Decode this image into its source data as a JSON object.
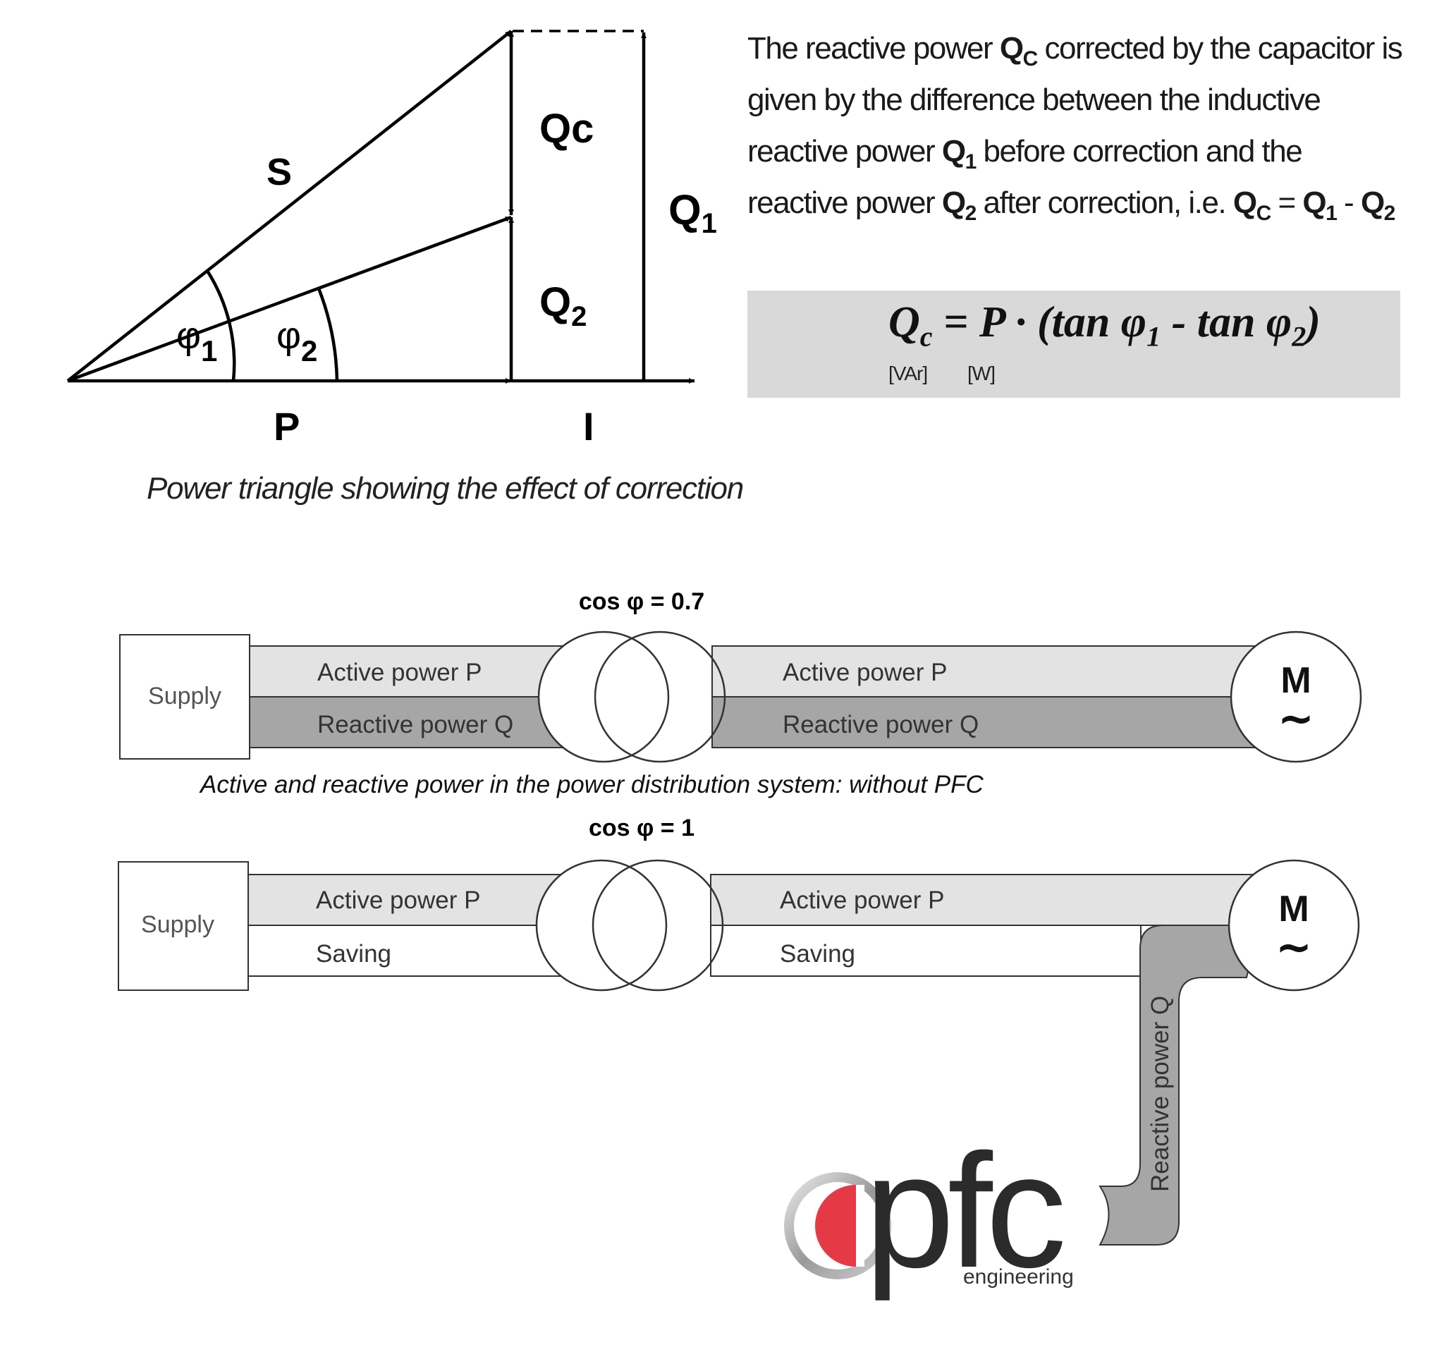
{
  "triangle": {
    "labels": {
      "S": "S",
      "Qc": "Qc",
      "Q1": "Q",
      "Q1_sub": "1",
      "Q2": "Q",
      "Q2_sub": "2",
      "phi1": "φ",
      "phi1_sub": "1",
      "phi2": "φ",
      "phi2_sub": "2",
      "P": "P",
      "I": "I"
    },
    "caption": "Power triangle showing the effect of correction"
  },
  "explanation": {
    "t1": "The reactive power ",
    "qc": "Q",
    "qc_sub": "C",
    "t2": " corrected by the capacitor is given by the difference between the inductive reactive power ",
    "q1": "Q",
    "q1_sub": "1",
    "t3": " before correction and the reactive power ",
    "q2": "Q",
    "q2_sub": "2",
    "t4": " after correction, i.e. ",
    "eq_qc": "Q",
    "eq_qc_sub": "C",
    "eq_eq": " = ",
    "eq_q1": "Q",
    "eq_q1_sub": "1",
    "eq_minus": " - ",
    "eq_q2": "Q",
    "eq_q2_sub": "2"
  },
  "formula": {
    "q": "Q",
    "q_sub": "c",
    "rest1": " = P · (tan φ",
    "sub1": "1",
    "rest2": " - tan φ",
    "sub2": "2",
    "rest3": ")",
    "unit_var": "[VAr]",
    "unit_w": "[W]"
  },
  "diagram_without_pfc": {
    "cos_label": "cos φ = 0.7",
    "supply": "Supply",
    "active_left": "Active power P",
    "reactive_left": "Reactive power Q",
    "active_right": "Active power P",
    "reactive_right": "Reactive power Q",
    "motor": "M",
    "motor_tilde": "~",
    "caption": "Active and reactive power in the power distribution system: without PFC"
  },
  "diagram_with_pfc": {
    "cos_label": "cos φ = 1",
    "supply": "Supply",
    "active_left": "Active power P",
    "saving_left": "Saving",
    "active_right": "Active power P",
    "saving_right": "Saving",
    "reactive_vertical": "Reactive power Q",
    "motor": "M",
    "motor_tilde": "~"
  },
  "logo": {
    "name": "pfc",
    "tagline": "engineering"
  },
  "colors": {
    "band_light": "#e3e3e3",
    "band_dark": "#a6a6a6",
    "formula_bg": "#d9d9d9",
    "logo_red": "#e63946"
  }
}
